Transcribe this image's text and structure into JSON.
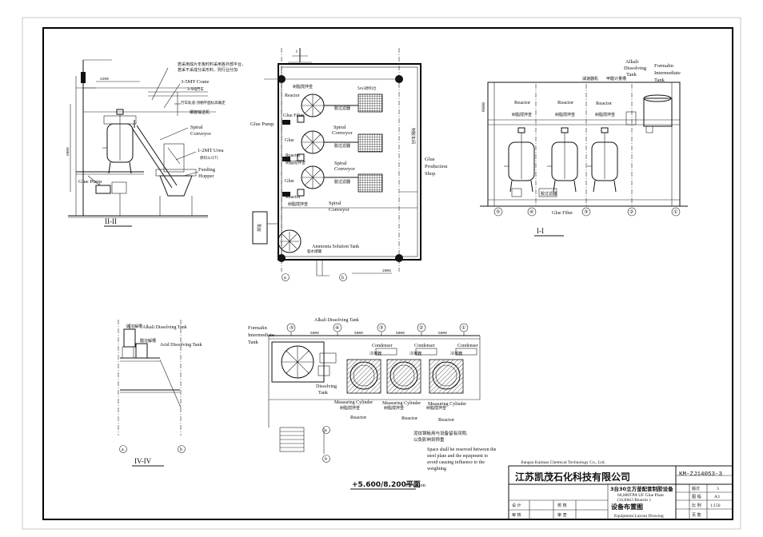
{
  "section_ii": {
    "title": "II-II",
    "note_cn_1": "若采用成片年板时料采用各外部平台，",
    "note_cn_2": "若采不采成分采形料，则行业分加",
    "crane_label": "3-5MT Crane",
    "crane_sub": "3-5吨行车",
    "rail_cn": "行车轨道-顶棚平面标高确定",
    "glue_pump": "Glue Pump",
    "spiral_conveyor_cn": "螺旋输送机",
    "spiral_conveyor_1": "Spiral",
    "spiral_conveyor_2": "Conveyor",
    "urea_label": "1-2MT Urea",
    "urea_cn": "原料斗(1T)",
    "feeding_hopper_1": "Feeding",
    "feeding_hopper_2": "Hopper",
    "dim_top": "4200",
    "dim_side": "6000"
  },
  "plan_top": {
    "label_i": "I",
    "glue_filter": "Glue Filter",
    "reactor": "Reactor",
    "reactor_cn": "树脂搅拌釜",
    "glue_pump": "Glue Pump",
    "glue_cn": "胶过滤器",
    "spiral_conveyor_1": "Spiral",
    "spiral_conveyor_2": "Conveyor",
    "bin_cn": "5m3原料仓",
    "glue_production_1": "Glue",
    "glue_production_2": "Production",
    "glue_production_3": "Shop",
    "shop_cn": "制胶车间",
    "ammonia": "Ammonia Solution Tank",
    "ammonia_cn": "氨水储罐",
    "axis_a": "a",
    "axis_b": "b",
    "dim_bottom": "2008",
    "door_cn": "泵房"
  },
  "section_i": {
    "title": "I-I",
    "alkali_1": "Alkali",
    "alkali_2": "Dissolving",
    "alkali_3": "Tank",
    "formalin_1": "Formalin",
    "formalin_2": "Intermediate",
    "formalin_3": "Tank",
    "reactor": "Reactor",
    "reactor_cn": "树脂搅拌釜",
    "glue_filter": "Glue Filter",
    "glue_filter_cn": "胶过滤器",
    "top_cn_1": "减速器机",
    "top_cn_2": "甲醛计量槽",
    "axes": [
      "⑤",
      "④",
      "③",
      "②",
      "①"
    ],
    "dim": "6000"
  },
  "section_iv": {
    "title": "IV-IV",
    "alkali": "Alkali Dissolving Tank",
    "acid": "Acid Dissolving Tank",
    "cn_1": "碱溶解槽",
    "cn_2": "酸溶解槽",
    "axis_a": "a",
    "axis_b": "b"
  },
  "elevation": {
    "title": "+5.600/8.200平面",
    "title_en": "Elevation",
    "formalin_1": "Formalin",
    "formalin_2": "Intermediate",
    "formalin_3": "Tank",
    "alkali": "Alkali Dissolving Tank",
    "condenser": "Condenser",
    "condenser_cn": "冷凝器",
    "measuring": "Measuring Cylinder",
    "reactor": "Reactor",
    "reactor_cn": "树脂搅拌釜",
    "dissolving_1": "Dissolving",
    "dissolving_2": "Tank",
    "axes": [
      "⑤",
      "④",
      "③",
      "②",
      "①"
    ],
    "dims": [
      "5000",
      "5000",
      "5000",
      "5000"
    ],
    "note_cn_1": "泥纹钢板用与设备留有间隙,",
    "note_cn_2": "以免影响到称重",
    "note_en_1": "Space shall be reserved between the",
    "note_en_2": "steel plate and the equipment to",
    "note_en_3": "avoid causing influence to the",
    "note_en_4": "weighting",
    "axis_a": "a",
    "axis_b": "b"
  },
  "title_block": {
    "company_en": "Jiangsu Kaimao Chemical Technology Co., Ltd.",
    "company_cn": "江苏凯茂石化科技有限公司",
    "drawing_no": "KM-ZJ14053-3",
    "project_cn": "3台30立方釜配套制胶设备",
    "project_en_1": "60,000TPA UF Glue Plant",
    "project_en_2": "(3x30m3 Reactor )",
    "drawing_cn": "设备布置图",
    "drawing_en": "Equipment Layout Drawing",
    "design": "设 计",
    "check": "审 核",
    "review": "校 核",
    "approve": "审 查",
    "edition_label": "版次",
    "edition": "3",
    "size_label": "图 幅",
    "size": "A3",
    "scale_label": "比 例",
    "scale": "1:150",
    "page_label": "页 数"
  }
}
